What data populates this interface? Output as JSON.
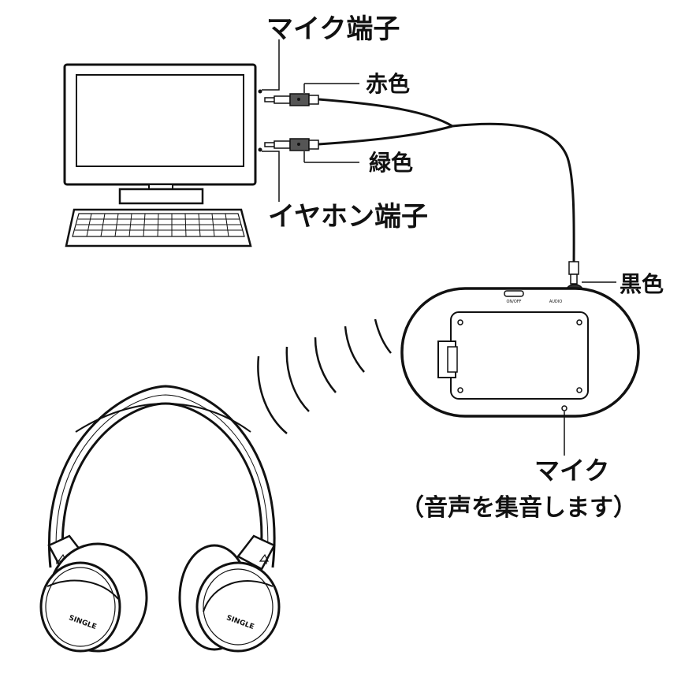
{
  "labels": {
    "mic_jack": "マイク端子",
    "red": "赤色",
    "green": "緑色",
    "earphone_jack": "イヤホン端子",
    "black": "黒色",
    "mic": "マイク",
    "mic_note": "（音声を集音します）"
  },
  "device_marks": {
    "switch_text": "ON/OFF",
    "audio_text": "AUDIO",
    "brand": "SINGLE"
  }
}
